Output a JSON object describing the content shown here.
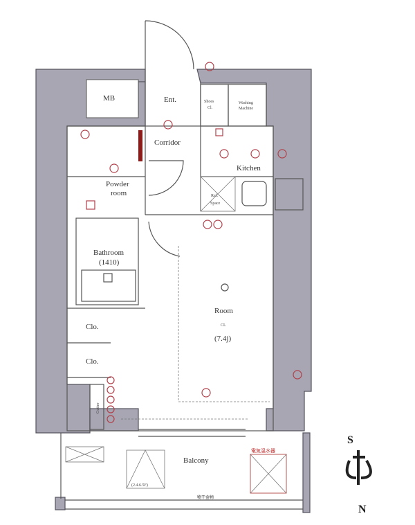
{
  "rooms": {
    "mb": "MB",
    "entrance": "Ent.",
    "shoes_closet": [
      "Shoes",
      "Cl."
    ],
    "washing_machine": [
      "Washing",
      "Machine"
    ],
    "corridor": "Corridor",
    "kitchen": "Kitchen",
    "powder_room": [
      "Powder",
      "room"
    ],
    "refrigerator_space": [
      "Ref.",
      "Space"
    ],
    "bathroom": "Bathroom",
    "bathroom_size": "(1410)",
    "room": "Room",
    "room_ceiling_light": "CL",
    "room_size": "(7.4j)",
    "closet_1": "Clo.",
    "closet_2": "Clo.",
    "gutter": "Gutter",
    "balcony": "Balcony",
    "balcony_floors": "(2.4.6.5F)",
    "laundry_hardware": "物干金物",
    "electric_water_heater": "電気温水器"
  },
  "compass": {
    "top": "S",
    "bottom": "N"
  },
  "colors": {
    "wall": "#a7a6b2",
    "fixture": "#b0404a"
  }
}
